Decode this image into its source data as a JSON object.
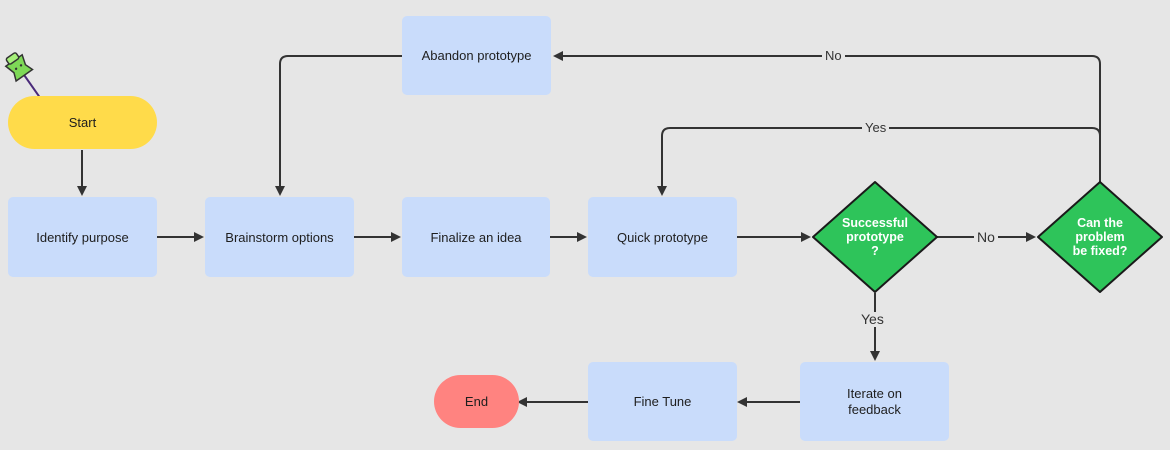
{
  "nodes": {
    "start": "Start",
    "identify": "Identify purpose",
    "brainstorm": "Brainstorm options",
    "finalize": "Finalize an idea",
    "quick": "Quick prototype",
    "abandon": "Abandon prototype",
    "successful": "Successful\nprototype\n?",
    "can_fix": "Can the\nproblem\nbe fixed?",
    "iterate": "Iterate on\nfeedback",
    "fine_tune": "Fine Tune",
    "end": "End"
  },
  "edge_labels": {
    "no_to_abandon": "No",
    "yes_to_quick": "Yes",
    "no_to_fix": "No",
    "yes_to_iterate": "Yes"
  },
  "colors": {
    "process": "#c9dcfb",
    "start": "#ffdb4a",
    "end": "#ff8380",
    "decision": "#2ec45a",
    "arrow": "#333333",
    "background": "#e6e6e6"
  },
  "icons": {
    "pin": "pushpin-icon"
  }
}
